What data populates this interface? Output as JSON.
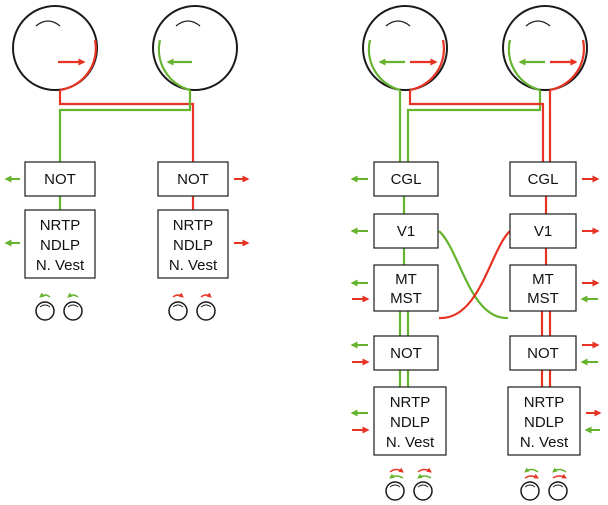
{
  "colors": {
    "red": "#e63323",
    "green": "#65b32e",
    "stroke": "#1a1a1a"
  },
  "left_panel": {
    "not_left": "NOT",
    "not_right": "NOT",
    "brainstem_left": [
      "NRTP",
      "NDLP",
      "N. Vest"
    ],
    "brainstem_right": [
      "NRTP",
      "NDLP",
      "N. Vest"
    ]
  },
  "right_panel": {
    "cgl": "CGL",
    "v1": "V1",
    "mt": "MT",
    "mst": "MST",
    "not": "NOT",
    "brainstem": [
      "NRTP",
      "NDLP",
      "N. Vest"
    ]
  }
}
